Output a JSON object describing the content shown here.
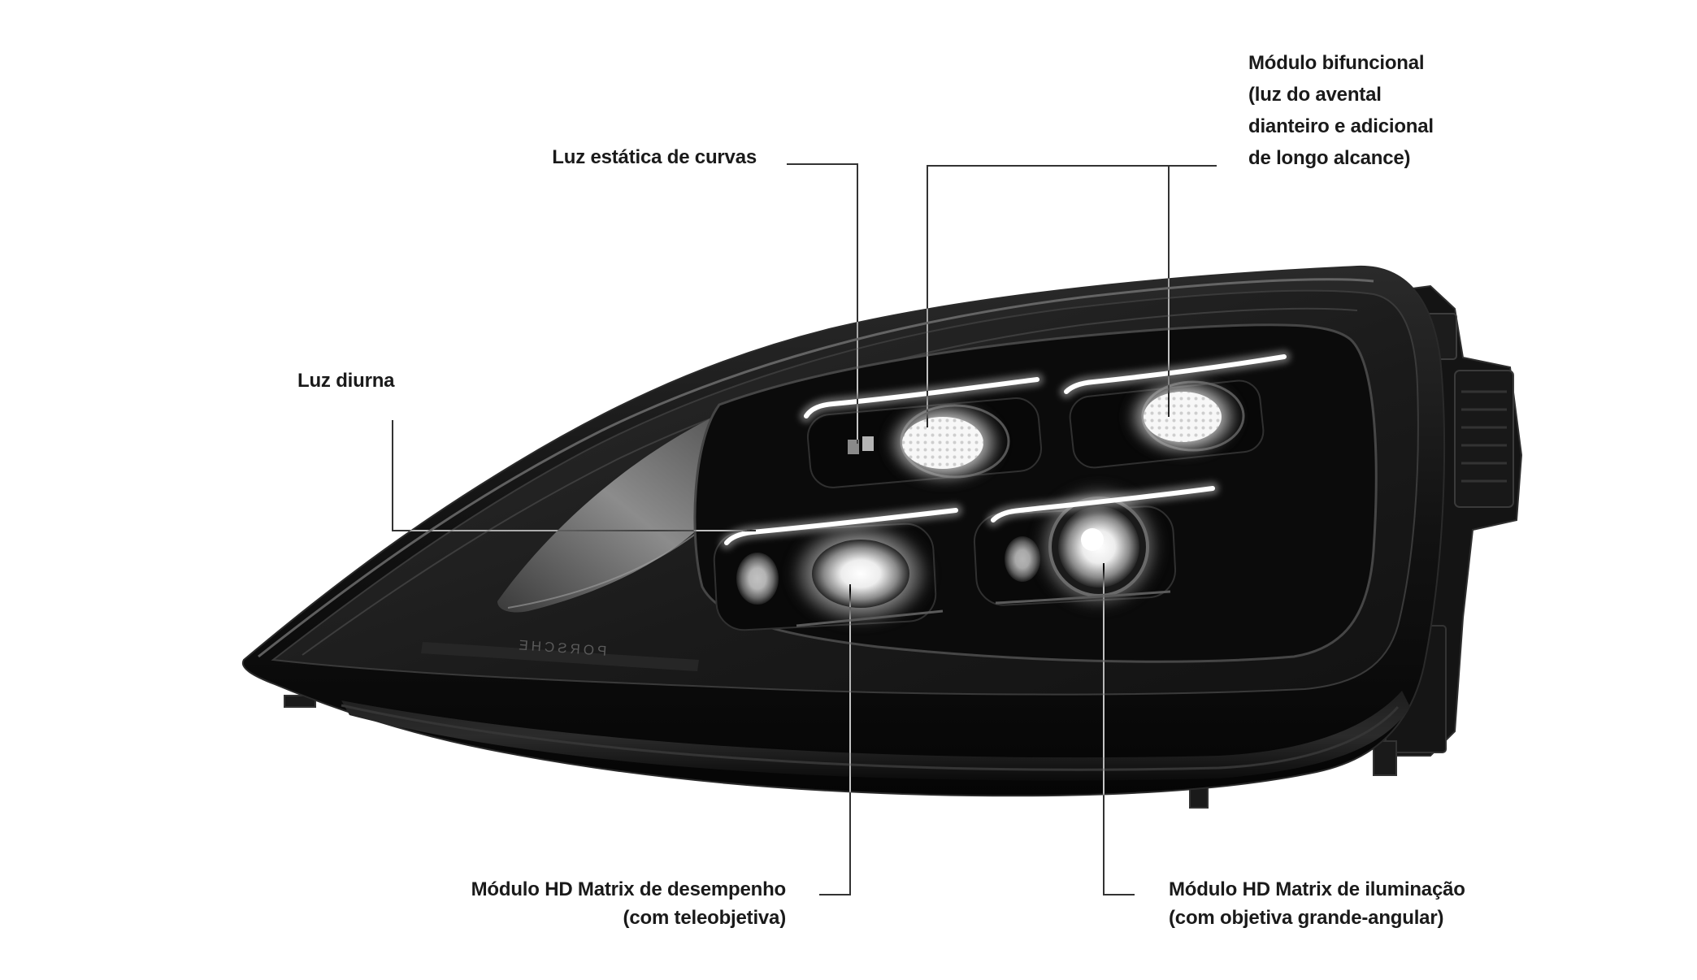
{
  "labels": {
    "static_cornering_light": "Luz estática de curvas",
    "bifunctional_module": [
      "Módulo bifuncional",
      "(luz do avental",
      "dianteiro e adicional",
      "de longo alcance)"
    ],
    "daytime_running_light": "Luz diurna",
    "hd_matrix_performance_module": [
      "Módulo HD Matrix de desempenho",
      "(com teleobjetiva)"
    ],
    "hd_matrix_lighting_module": [
      "Módulo HD Matrix de iluminação",
      "(com objetiva grande-angular)"
    ]
  },
  "product": {
    "logo_lettering": "PORSCHE"
  },
  "colors": {
    "background": "#ffffff",
    "label_text": "#1a1a1a",
    "leader_line": "#cccccc"
  }
}
